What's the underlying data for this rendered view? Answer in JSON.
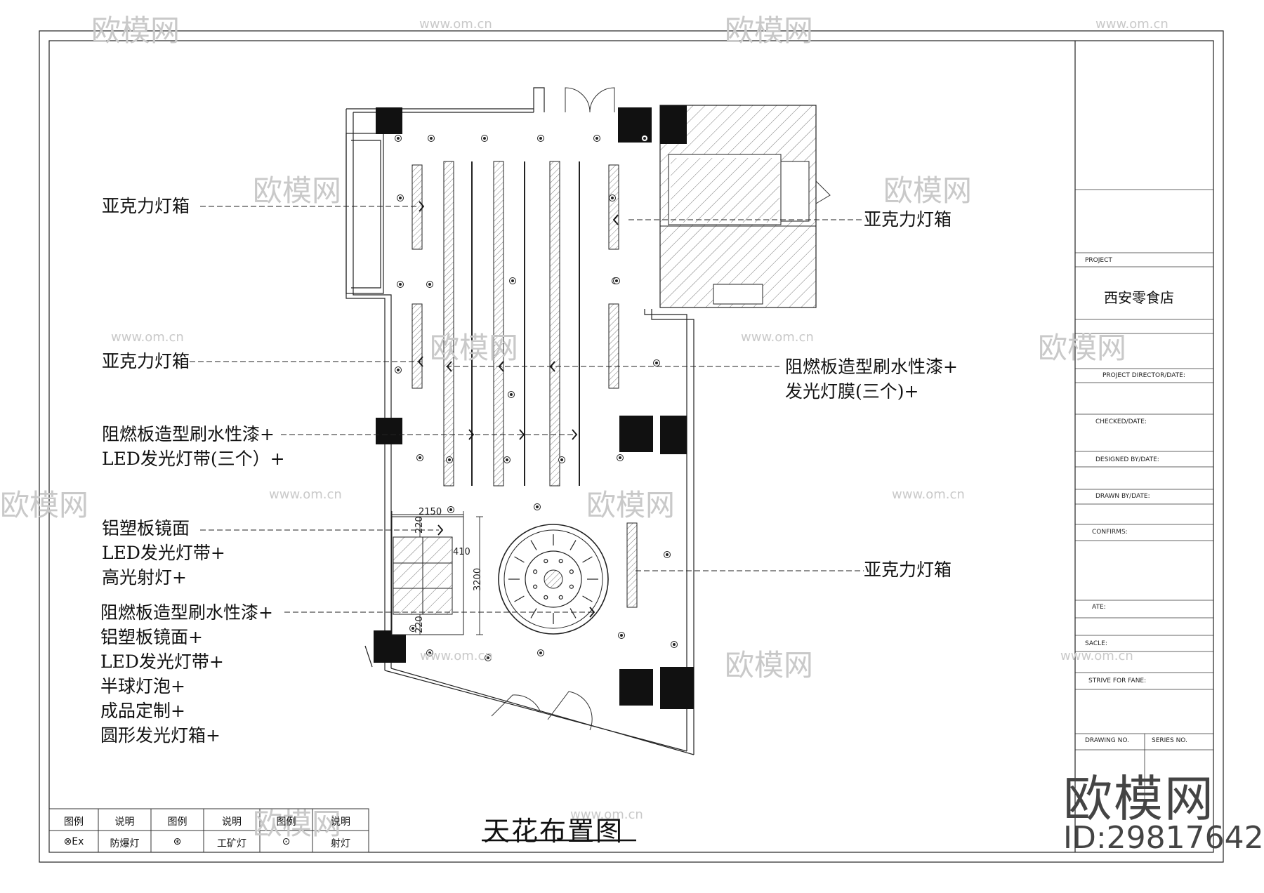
{
  "title": "天花布置图",
  "project": {
    "label": "PROJECT",
    "name": "西安零食店"
  },
  "labels": {
    "acrylic_1": "亚克力灯箱",
    "acrylic_2": "亚克力灯箱",
    "acrylic_3": "亚克力灯箱",
    "acrylic_4": "亚克力灯箱",
    "right_board_line1": "阻燃板造型刷水性漆+",
    "right_board_line2": "发光灯膜(三个)+",
    "left_board_line1": "阻燃板造型刷水性漆+",
    "left_board_line2": "LED发光灯带(三个）+",
    "mirror_line1": "铝塑板镜面",
    "mirror_line2": "LED发光灯带+",
    "mirror_line3": "高光射灯+",
    "round_line1": "阻燃板造型刷水性漆+",
    "round_line2": "铝塑板镜面+",
    "round_line3": "LED发光灯带+",
    "round_line4": "半球灯泡+",
    "round_line5": "成品定制+",
    "round_line6": "圆形发光灯箱+"
  },
  "dimensions": {
    "width": "2150",
    "height": "3200",
    "side": "410",
    "edge_top": "220",
    "edge_bottom": "220"
  },
  "legend": {
    "headers": [
      "图例",
      "说明",
      "图例",
      "说明",
      "图例",
      "说明"
    ],
    "row": [
      {
        "symbol": "⊗Ex",
        "desc": "防爆灯"
      },
      {
        "symbol": "⊛",
        "desc": "工矿灯"
      },
      {
        "symbol": "⊙",
        "desc": "射灯"
      }
    ]
  },
  "title_block": {
    "director": "PROJECT DIRECTOR/DATE:",
    "checked": "CHECKED/DATE:",
    "designed": "DESIGNED BY/DATE:",
    "drawn": "DRAWN BY/DATE:",
    "confirms": "CONFIRMS:",
    "date": "ATE:",
    "scale": "SACLE:",
    "strive": "STRIVE FOR FANE:",
    "drawing_no": "DRAWING NO.",
    "series_no": "SERIES NO."
  },
  "watermark": {
    "brand": "欧模网",
    "url": "www.om.cn",
    "id": "ID:29817642"
  }
}
